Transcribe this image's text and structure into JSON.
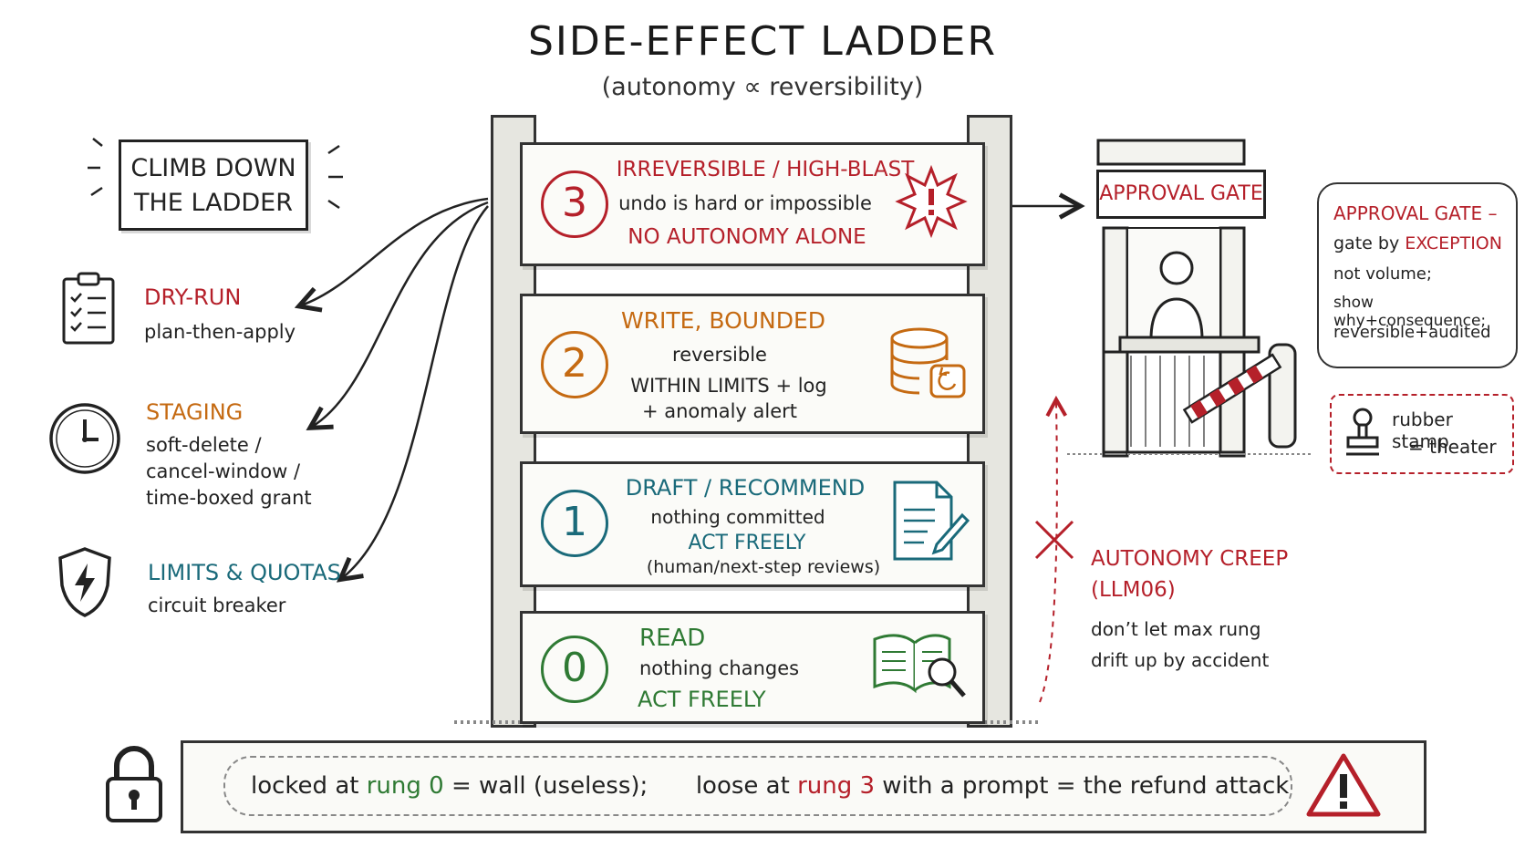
{
  "header": {
    "title": "SIDE-EFFECT LADDER",
    "subtitle": "(autonomy ∝ reversibility)"
  },
  "climb": {
    "label_line1": "CLIMB DOWN",
    "label_line2": "THE LADDER"
  },
  "controls": [
    {
      "title": "DRY-RUN",
      "lines": [
        "plan-then-apply"
      ],
      "icon": "checklist-icon",
      "color": "#b5202a"
    },
    {
      "title": "STAGING",
      "lines": [
        "soft-delete /",
        "cancel-window /",
        "time-boxed grant"
      ],
      "icon": "clock-icon",
      "color": "#c56a12"
    },
    {
      "title": "LIMITS & QUOTAS",
      "lines": [
        "circuit breaker"
      ],
      "icon": "shield-bolt-icon",
      "color": "#1a6a7a"
    }
  ],
  "rungs": {
    "r3": {
      "num": "3",
      "title": "IRREVERSIBLE / HIGH-BLAST",
      "line1": "undo is hard or impossible",
      "line2": "NO AUTONOMY ALONE",
      "icon": "explosion-alert-icon",
      "color": "#b5202a"
    },
    "r2": {
      "num": "2",
      "title": "WRITE, BOUNDED",
      "line1": "reversible",
      "line2": "WITHIN LIMITS + log",
      "line3": "+ anomaly alert",
      "icon": "database-undo-icon",
      "color": "#c56a12"
    },
    "r1": {
      "num": "1",
      "title": "DRAFT / RECOMMEND",
      "line1": "nothing committed",
      "line2": "ACT FREELY",
      "line3": "(human/next-step reviews)",
      "icon": "document-pencil-icon",
      "color": "#1a6a7a"
    },
    "r0": {
      "num": "0",
      "title": "READ",
      "line1": "nothing changes",
      "line2": "ACT FREELY",
      "icon": "book-magnifier-icon",
      "color": "#2f7a34"
    }
  },
  "gate": {
    "sign": "APPROVAL GATE"
  },
  "approval_note": {
    "title": "APPROVAL GATE –",
    "line1_a": "gate by ",
    "line1_b": "EXCEPTION",
    "line2": "not volume;",
    "line3": "show why+consequence;",
    "line4": "reversible+audited"
  },
  "stamp_note": {
    "line1": "rubber stamp",
    "line2": "= theater"
  },
  "creep": {
    "title1": "AUTONOMY CREEP",
    "title2": "(LLM06)",
    "line1": "don’t let max rung",
    "line2": "drift up by accident"
  },
  "banner": {
    "p1": "locked at ",
    "p2": "rung 0",
    "p3": " = wall (useless);",
    "p4": "loose at ",
    "p5": "rung 3",
    "p6": " with a prompt = the refund attack"
  }
}
